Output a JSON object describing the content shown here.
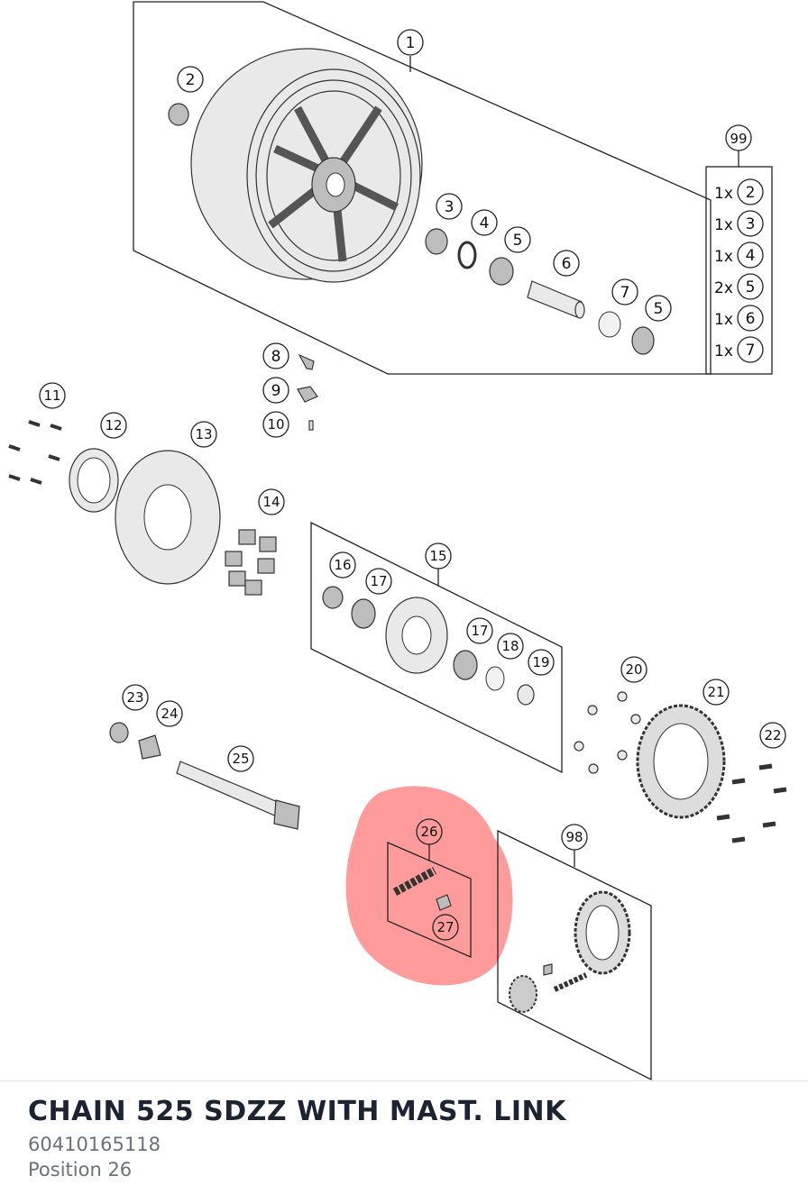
{
  "callouts": {
    "c1": "1",
    "c2": "2",
    "c3": "3",
    "c4": "4",
    "c5a": "5",
    "c6": "6",
    "c7": "7",
    "c5b": "5",
    "c8": "8",
    "c9": "9",
    "c10": "10",
    "c11": "11",
    "c12": "12",
    "c13": "13",
    "c14": "14",
    "c15": "15",
    "c16": "16",
    "c17a": "17",
    "c17b": "17",
    "c18": "18",
    "c19": "19",
    "c20": "20",
    "c21": "21",
    "c22": "22",
    "c23": "23",
    "c24": "24",
    "c25": "25",
    "c26": "26",
    "c27": "27",
    "c98": "98",
    "c99": "99"
  },
  "kit99": [
    {
      "qty": "1x",
      "part": "2"
    },
    {
      "qty": "1x",
      "part": "3"
    },
    {
      "qty": "1x",
      "part": "4"
    },
    {
      "qty": "2x",
      "part": "5"
    },
    {
      "qty": "1x",
      "part": "6"
    },
    {
      "qty": "1x",
      "part": "7"
    }
  ],
  "highlight": {
    "position": "26",
    "color": "#ff8a8a"
  },
  "info": {
    "title": "CHAIN 525 SDZZ WITH MAST. LINK",
    "part_number": "60410165118",
    "position": "Position 26"
  }
}
